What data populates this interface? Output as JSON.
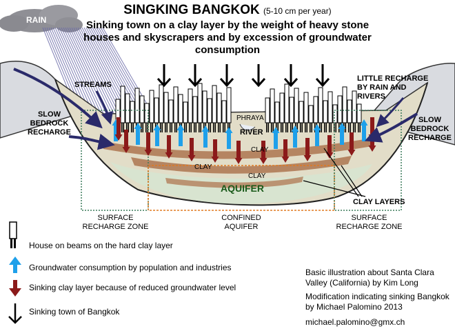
{
  "title": "SINGKING BANGKOK",
  "title_note": "(5-10 cm per year)",
  "subtitle": "Sinking town on a clay layer by the weight of heavy stone houses and skyscrapers and by excession of groundwater consumption",
  "labels": {
    "rain": "RAIN",
    "streams": "STREAMS",
    "slow_recharge_left": [
      "SLOW",
      "BEDROCK",
      "RECHARGE"
    ],
    "slow_recharge_right": [
      "SLOW",
      "BEDROCK",
      "RECHARGE"
    ],
    "little_recharge": [
      "LITTLE RECHARGE",
      "BY RAIN AND",
      "RIVERS"
    ],
    "phraya": "PHRAYA",
    "river": "RIVER",
    "clay_1": "CLAY",
    "clay_2": "CLAY",
    "clay_3": "CLAY",
    "aquifer": "AQUIFER",
    "clay_layers": "CLAY LAYERS"
  },
  "zones": {
    "left": [
      "SURFACE",
      "RECHARGE ZONE"
    ],
    "center": [
      "CONFINED",
      "AQUIFER"
    ],
    "right": [
      "SURFACE",
      "RECHARGE ZONE"
    ]
  },
  "legend": [
    {
      "key": "house",
      "text": "House on beams on the hard clay layer"
    },
    {
      "key": "up",
      "text": "Groundwater consumption by population and industries"
    },
    {
      "key": "sink",
      "text": "Sinking clay layer because of reduced groundwater level"
    },
    {
      "key": "town",
      "text": "Sinking town of Bangkok"
    }
  ],
  "credits": {
    "line1": "Basic illustration about Santa Clara Valley (California) by Kim Long",
    "line2": "Modification indicating sinking Bangkok by Michael Palomino 2013",
    "email": "michael.palomino@gmx.ch"
  },
  "colors": {
    "up_arrow": "#1ea0ea",
    "sink_arrow": "#8b1a1a",
    "town_arrow": "#000000",
    "recharge_arrow": "#2a2a6a",
    "hill": "#d9dbe0",
    "basin": "#e2ddc8",
    "clay": "#b58562",
    "aquifer": "#d7e4d0",
    "zone_surface": "#3a7a5a",
    "zone_confined": "#e07a20"
  }
}
